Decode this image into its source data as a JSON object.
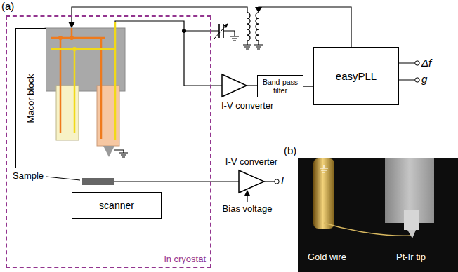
{
  "diagram": {
    "nodes": [
      {
        "text": [
          "in cryostat"
        ]
      },
      {
        "text": [
          "Macor block"
        ],
        "in": 0
      },
      {
        "text": [
          "scanner"
        ],
        "in": 0
      },
      {
        "text": [
          "I-V converter"
        ]
      },
      {
        "text": [
          "Band-pass filter"
        ]
      },
      {
        "text": [
          "easyPLL"
        ]
      },
      {
        "text": [
          "I-V converter"
        ]
      }
    ],
    "edges": [
      {
        "from": 3,
        "to": 4,
        "arrow": "none"
      },
      {
        "from": 4,
        "to": 5,
        "arrow": "none"
      }
    ],
    "labels": [
      "(a)",
      "Sample",
      "Bias voltage",
      "I",
      "Δf",
      "g",
      "(b)",
      "Gold wire",
      "Pt-Ir tip"
    ]
  }
}
